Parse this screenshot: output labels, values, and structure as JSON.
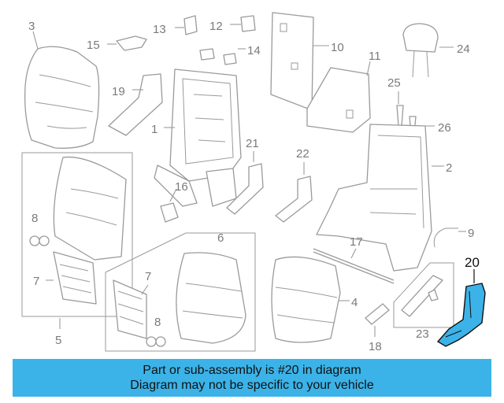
{
  "callouts": {
    "c1": "1",
    "c2": "2",
    "c3": "3",
    "c4": "4",
    "c5": "5",
    "c6": "6",
    "c7a": "7",
    "c7b": "7",
    "c8a": "8",
    "c8b": "8",
    "c9": "9",
    "c10": "10",
    "c11": "11",
    "c12": "12",
    "c13": "13",
    "c14": "14",
    "c15": "15",
    "c16": "16",
    "c17": "17",
    "c18": "18",
    "c19": "19",
    "c20": "20",
    "c21": "21",
    "c22": "22",
    "c23": "23",
    "c24": "24",
    "c25": "25",
    "c26": "26"
  },
  "highlighted_part": "20",
  "colors": {
    "highlight": "#3bb3e8",
    "line": "#9a9a9a",
    "label": "#7a7a7a"
  },
  "banner": {
    "line1": "Part or sub-assembly is #20 in diagram",
    "line2": "Diagram may not be specific to your vehicle"
  }
}
